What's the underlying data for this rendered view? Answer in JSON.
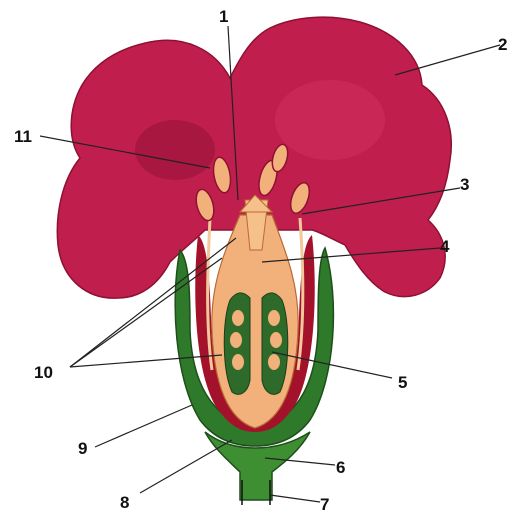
{
  "labels": [
    {
      "id": "1",
      "text": "1"
    },
    {
      "id": "2",
      "text": "2"
    },
    {
      "id": "3",
      "text": "3"
    },
    {
      "id": "4",
      "text": "4"
    },
    {
      "id": "5",
      "text": "5"
    },
    {
      "id": "6",
      "text": "6"
    },
    {
      "id": "7",
      "text": "7"
    },
    {
      "id": "8",
      "text": "8"
    },
    {
      "id": "9",
      "text": "9"
    },
    {
      "id": "10",
      "text": "10"
    },
    {
      "id": "11",
      "text": "11"
    }
  ],
  "colors": {
    "petal": "#c01f4e",
    "petal_dark": "#8e1032",
    "sepal": "#2f7a2a",
    "receptacle": "#3e8f32",
    "ovary_wall": "#f2b07a",
    "ovule_green": "#2e6b2a",
    "inner_red": "#a3122a",
    "line": "#222222"
  }
}
